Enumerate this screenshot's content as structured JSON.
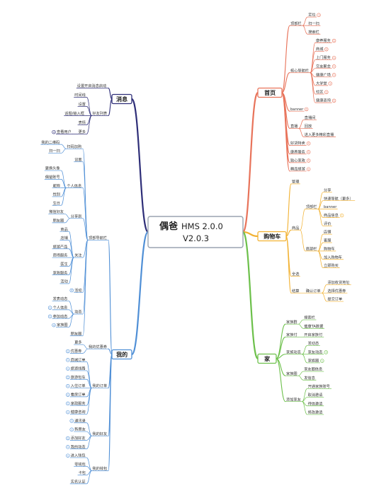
{
  "center": {
    "title": "偶爸",
    "version1": "HMS 2.0.0",
    "version2": "V2.0.3"
  },
  "branches": [
    {
      "key": "home",
      "label": "首页",
      "color": "#e8735a",
      "items": [
        {
          "key": "search",
          "label": "顶部栏",
          "children": [
            {
              "label": "定位",
              "badge": "1"
            },
            {
              "label": "扫一扫"
            },
            {
              "label": "搜索栏"
            }
          ]
        },
        {
          "key": "nav",
          "label": "核心导航栏",
          "children": [
            {
              "label": "康养服务",
              "badge": "1"
            },
            {
              "label": "商城",
              "badge": "1"
            },
            {
              "label": "上门服务",
              "badge": "1"
            },
            {
              "label": "交友聚会",
              "badge": "1"
            },
            {
              "label": "健康广场",
              "badge": "1"
            },
            {
              "label": "大学堂",
              "badge": "1"
            },
            {
              "label": "社区",
              "badge": "1"
            },
            {
              "label": "健康咨询",
              "badge": "1"
            }
          ]
        },
        {
          "key": "banner",
          "label": "banner",
          "badge": "1"
        },
        {
          "key": "live",
          "label": "直播",
          "children": [
            {
              "label": "直播间"
            },
            {
              "label": "回放"
            },
            {
              "label": "进入更多精彩直播"
            }
          ]
        },
        {
          "key": "r1",
          "label": "好货特卖",
          "badge": "1"
        },
        {
          "key": "r2",
          "label": "康养服务",
          "badge": "1"
        },
        {
          "key": "r3",
          "label": "贴心家政",
          "badge": "1"
        },
        {
          "key": "r4",
          "label": "精品旅游",
          "badge": "1"
        }
      ]
    },
    {
      "key": "cart",
      "label": "购物车",
      "color": "#f2b233",
      "items": [
        {
          "key": "manage",
          "label": "管理"
        },
        {
          "key": "goods",
          "label": "商品",
          "children": [
            {
              "label": "顶部栏",
              "children": [
                {
                  "label": "分享"
                },
                {
                  "label": "快速导航（更多）"
                },
                {
                  "label": "banner"
                },
                {
                  "label": "商品信息",
                  "badge": "1"
                },
                {
                  "label": "评价"
                }
              ]
            },
            {
              "label": "底部栏",
              "children": [
                {
                  "label": "店铺"
                },
                {
                  "label": "客服"
                },
                {
                  "label": "购物车"
                },
                {
                  "label": "加入购物车"
                },
                {
                  "label": "立即购买"
                }
              ]
            }
          ]
        },
        {
          "key": "all",
          "label": "全选"
        },
        {
          "key": "settle",
          "label": "结算",
          "children": [
            {
              "label": "确认订单",
              "children": [
                {
                  "label": "添加收货地址"
                },
                {
                  "label": "选择优惠券"
                },
                {
                  "label": "提交订单"
                }
              ]
            }
          ]
        }
      ]
    },
    {
      "key": "family",
      "label": "家",
      "color": "#6cc04a",
      "items": [
        {
          "key": "f1",
          "label": "家族群",
          "children": [
            {
              "label": "搜索栏"
            },
            {
              "label": "健康TA数据"
            }
          ]
        },
        {
          "key": "f2",
          "label": "家族付",
          "children": [
            {
              "label": "开启家族付"
            }
          ]
        },
        {
          "key": "f3",
          "label": "家族动态",
          "children": [
            {
              "label": "发动态"
            },
            {
              "label": "家友动态",
              "badge": "1"
            },
            {
              "label": "家族圈",
              "badge": "1"
            }
          ]
        },
        {
          "key": "f4",
          "label": "家族圈",
          "children": [
            {
              "label": "家友圈信息"
            },
            {
              "label": "发信息"
            }
          ]
        },
        {
          "key": "f5",
          "label": "添加家友",
          "children": [
            {
              "label": "开通家族账号"
            },
            {
              "label": "取消邀请"
            },
            {
              "label": "待信邀请"
            },
            {
              "label": "修改邀请"
            }
          ]
        }
      ]
    },
    {
      "key": "news",
      "label": "消息",
      "color": "#2e2e78",
      "items": [
        {
          "key": "n1",
          "label": "设置开启消息启动"
        },
        {
          "key": "n2",
          "label": "好友列表",
          "children": [
            {
              "label": "时间线"
            },
            {
              "label": "设置"
            },
            {
              "label": "话题/输入框"
            },
            {
              "label": "表情"
            },
            {
              "label": "更多",
              "children": [
                {
                  "label": "查看用户",
                  "badge": "4"
                }
              ]
            }
          ]
        }
      ]
    },
    {
      "key": "mine",
      "label": "我的",
      "color": "#4f8fd6",
      "items": [
        {
          "key": "m1",
          "label": "顶部导航栏",
          "children": [
            {
              "label": "扫码加购",
              "children": [
                {
                  "label": "我的二维码"
                },
                {
                  "label": "扫一扫"
                }
              ]
            },
            {
              "label": "设置"
            },
            {
              "label": "个人信息",
              "children": [
                {
                  "label": "更换头像"
                },
                {
                  "label": "偶爸账号"
                },
                {
                  "label": "昵称"
                },
                {
                  "label": "性别"
                },
                {
                  "label": "生日"
                }
              ]
            },
            {
              "label": "分享到",
              "children": [
                {
                  "label": "微信好友"
                },
                {
                  "label": "朋友圈"
                }
              ]
            },
            {
              "label": "关注",
              "children": [
                {
                  "label": "商品"
                },
                {
                  "label": "店铺"
                },
                {
                  "label": "旅游产品"
                },
                {
                  "label": "商场服务"
                },
                {
                  "label": "医生"
                },
                {
                  "label": "家政服务"
                },
                {
                  "label": "活动"
                }
              ]
            },
            {
              "label": "活动",
              "badge": "4"
            },
            {
              "label": "动态",
              "children": [
                {
                  "label": "发表动态"
                },
                {
                  "label": "个人信息",
                  "badge": "1"
                },
                {
                  "label": "参加动态",
                  "badge": "1"
                },
                {
                  "label": "家族圈",
                  "badge": "4"
                }
              ]
            },
            {
              "label": "朋友圈"
            }
          ]
        },
        {
          "key": "m2",
          "label": "我的优惠券",
          "children": [
            {
              "label": "更多"
            },
            {
              "label": "优惠券",
              "badge": "1"
            }
          ]
        },
        {
          "key": "m3",
          "label": "我的订单",
          "children": [
            {
              "label": "商城订单",
              "badge": "1"
            },
            {
              "label": "旅游线路",
              "badge": "1"
            },
            {
              "label": "旅游包车",
              "badge": "1"
            },
            {
              "label": "入住订单",
              "badge": "1"
            },
            {
              "label": "看房订单",
              "badge": "1"
            },
            {
              "label": "家政服务",
              "badge": "1"
            },
            {
              "label": "健康咨询",
              "badge": "1"
            }
          ]
        },
        {
          "key": "m4",
          "label": "我的好友",
          "children": [
            {
              "label": "通讯录",
              "badge": "1"
            },
            {
              "label": "新朋友",
              "badge": "1"
            },
            {
              "label": "添加好友",
              "badge": "1"
            },
            {
              "label": "我的动态",
              "badge": "1"
            }
          ]
        },
        {
          "key": "m5",
          "label": "我的钱包",
          "children": [
            {
              "label": "进入钱包",
              "badge": "1"
            },
            {
              "label": "零钱包"
            },
            {
              "label": "卡包"
            },
            {
              "label": "实名认证"
            }
          ]
        }
      ]
    }
  ]
}
